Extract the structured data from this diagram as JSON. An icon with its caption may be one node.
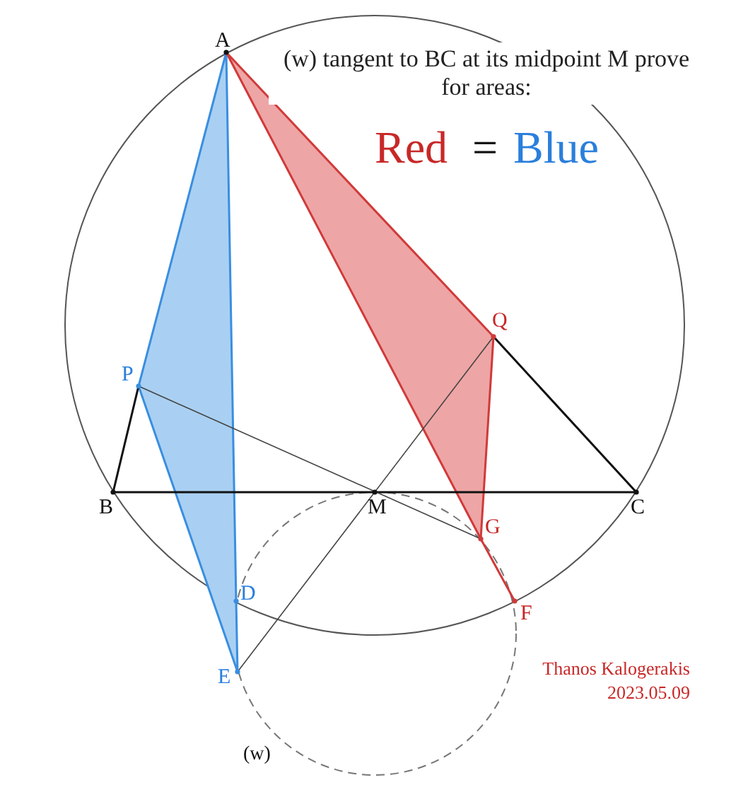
{
  "diagram": {
    "title": "(w) tangent to BC at its midpoint M prove for areas:",
    "labels": [
      "A",
      "Red",
      "=",
      "Blue",
      "Q",
      "P",
      "B",
      "M",
      "C",
      "G",
      "D",
      "F",
      "Thanos Kalogerakis",
      "E",
      "2023.05.09",
      "(w)"
    ]
  }
}
